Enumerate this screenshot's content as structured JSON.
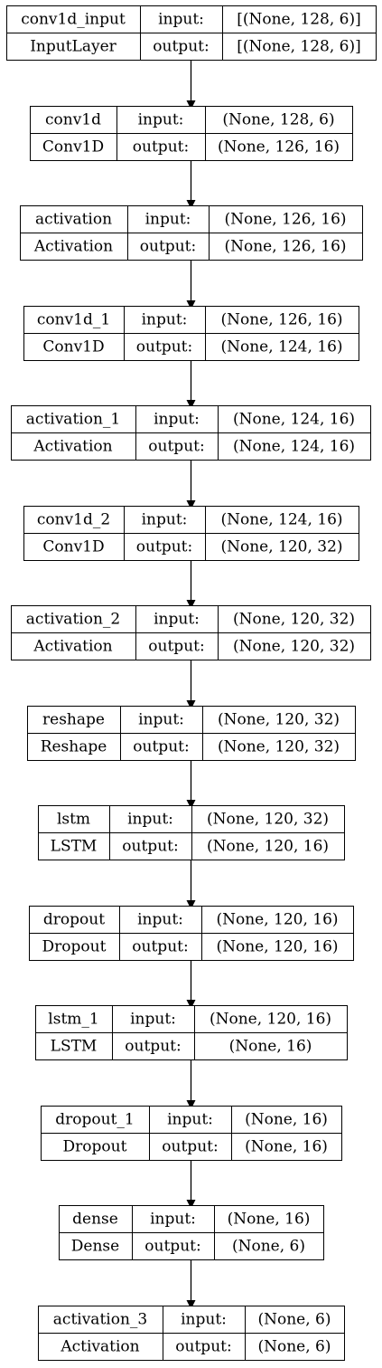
{
  "diagram": {
    "type": "keras-model-plot",
    "colors": {
      "stroke": "#000000",
      "background": "#ffffff",
      "text": "#000000"
    },
    "layers": [
      {
        "name": "conv1d_input",
        "class": "InputLayer",
        "in_label": "input:",
        "out_label": "output:",
        "input_shape": "[(None, 128, 6)]",
        "output_shape": "[(None, 128, 6)]"
      },
      {
        "name": "conv1d",
        "class": "Conv1D",
        "in_label": "input:",
        "out_label": "output:",
        "input_shape": "(None, 128, 6)",
        "output_shape": "(None, 126, 16)"
      },
      {
        "name": "activation",
        "class": "Activation",
        "in_label": "input:",
        "out_label": "output:",
        "input_shape": "(None, 126, 16)",
        "output_shape": "(None, 126, 16)"
      },
      {
        "name": "conv1d_1",
        "class": "Conv1D",
        "in_label": "input:",
        "out_label": "output:",
        "input_shape": "(None, 126, 16)",
        "output_shape": "(None, 124, 16)"
      },
      {
        "name": "activation_1",
        "class": "Activation",
        "in_label": "input:",
        "out_label": "output:",
        "input_shape": "(None, 124, 16)",
        "output_shape": "(None, 124, 16)"
      },
      {
        "name": "conv1d_2",
        "class": "Conv1D",
        "in_label": "input:",
        "out_label": "output:",
        "input_shape": "(None, 124, 16)",
        "output_shape": "(None, 120, 32)"
      },
      {
        "name": "activation_2",
        "class": "Activation",
        "in_label": "input:",
        "out_label": "output:",
        "input_shape": "(None, 120, 32)",
        "output_shape": "(None, 120, 32)"
      },
      {
        "name": "reshape",
        "class": "Reshape",
        "in_label": "input:",
        "out_label": "output:",
        "input_shape": "(None, 120, 32)",
        "output_shape": "(None, 120, 32)"
      },
      {
        "name": "lstm",
        "class": "LSTM",
        "in_label": "input:",
        "out_label": "output:",
        "input_shape": "(None, 120, 32)",
        "output_shape": "(None, 120, 16)"
      },
      {
        "name": "dropout",
        "class": "Dropout",
        "in_label": "input:",
        "out_label": "output:",
        "input_shape": "(None, 120, 16)",
        "output_shape": "(None, 120, 16)"
      },
      {
        "name": "lstm_1",
        "class": "LSTM",
        "in_label": "input:",
        "out_label": "output:",
        "input_shape": "(None, 120, 16)",
        "output_shape": "(None, 16)"
      },
      {
        "name": "dropout_1",
        "class": "Dropout",
        "in_label": "input:",
        "out_label": "output:",
        "input_shape": "(None, 16)",
        "output_shape": "(None, 16)"
      },
      {
        "name": "dense",
        "class": "Dense",
        "in_label": "input:",
        "out_label": "output:",
        "input_shape": "(None, 16)",
        "output_shape": "(None, 6)"
      },
      {
        "name": "activation_3",
        "class": "Activation",
        "in_label": "input:",
        "out_label": "output:",
        "input_shape": "(None, 6)",
        "output_shape": "(None, 6)"
      }
    ]
  }
}
